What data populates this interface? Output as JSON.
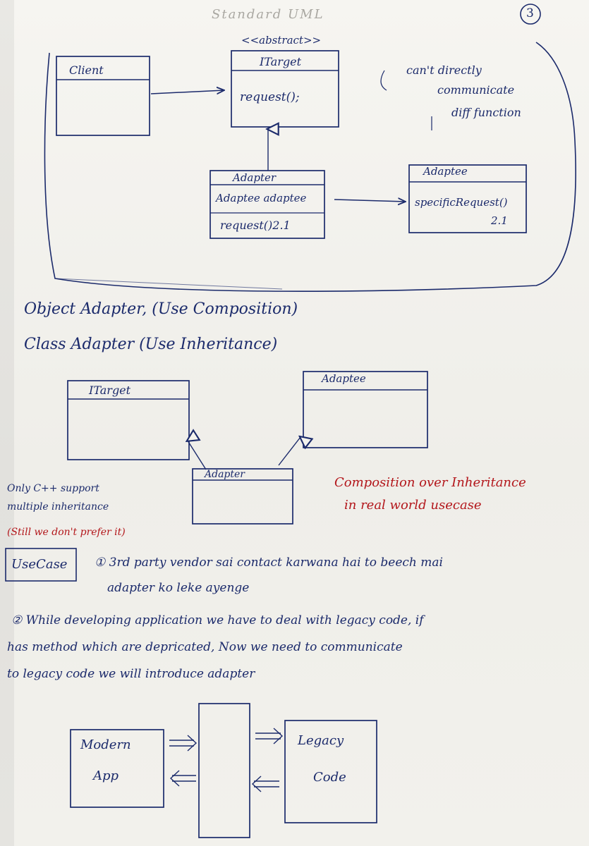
{
  "header": {
    "title": "Standard UML",
    "page_number": "3"
  },
  "uml_top": {
    "stereotype": "<<abstract>>",
    "client_label": "Client",
    "itarget_label": "ITarget",
    "itarget_method": "request();",
    "note_lines": [
      "can't directly",
      "communicate",
      "diff function"
    ],
    "adapter_label": "Adapter",
    "adapter_field": "Adaptee adaptee",
    "adapter_method": "request()2.1",
    "adaptee_label": "Adaptee",
    "adaptee_method": "specificRequest()",
    "adaptee_method_suffix": "2.1"
  },
  "types": {
    "object_adapter": "Object Adapter, (Use Composition)",
    "class_adapter": "Class Adapter (Use Inheritance)"
  },
  "uml_class": {
    "itarget_label": "ITarget",
    "adaptee_label": "Adaptee",
    "adapter_label": "Adapter",
    "note_lines": [
      "Only C++ support",
      "multiple inheritance",
      "(Still we don't prefer it)"
    ],
    "composition_note": [
      "Composition over Inheritance",
      "in real world usecase"
    ]
  },
  "usecase": {
    "label": "UseCase",
    "item1_line1": "① 3rd party vendor sai contact karwana hai to beech mai",
    "item1_line2": "adapter ko leke ayenge",
    "item2_line1": "② While developing application we have to deal with legacy code, if",
    "item2_line2": "has method which are depricated, Now we need to communicate",
    "item2_line3": "to legacy code we will introduce adapter"
  },
  "bottom": {
    "modern_line1": "Modern",
    "modern_line2": "App",
    "legacy_line1": "Legacy",
    "legacy_line2": "Code"
  },
  "colors": {
    "ink": "#1b2a6b",
    "red": "#b3161b",
    "paper": "#f4f3ee"
  }
}
